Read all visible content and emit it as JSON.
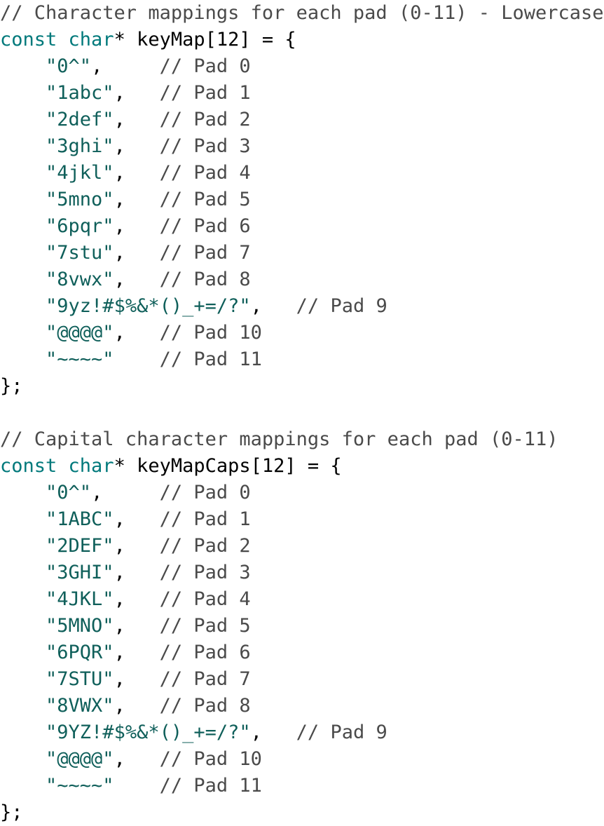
{
  "colors": {
    "comment": "#4a4a4a",
    "keyword": "#00797b",
    "string": "#0f5f5a",
    "plain": "#000000"
  },
  "code_lines": [
    [
      {
        "t": "cm",
        "s": "// Character mappings for each pad (0-11) - Lowercase"
      }
    ],
    [
      {
        "t": "kw",
        "s": "const"
      },
      {
        "t": "pl",
        "s": " "
      },
      {
        "t": "kw",
        "s": "char"
      },
      {
        "t": "pl",
        "s": "* keyMap[12] = {"
      }
    ],
    [
      {
        "t": "pl",
        "s": "    "
      },
      {
        "t": "str",
        "s": "\"0^\""
      },
      {
        "t": "pl",
        "s": ",     "
      },
      {
        "t": "cm",
        "s": "// Pad 0"
      }
    ],
    [
      {
        "t": "pl",
        "s": "    "
      },
      {
        "t": "str",
        "s": "\"1abc\""
      },
      {
        "t": "pl",
        "s": ",   "
      },
      {
        "t": "cm",
        "s": "// Pad 1"
      }
    ],
    [
      {
        "t": "pl",
        "s": "    "
      },
      {
        "t": "str",
        "s": "\"2def\""
      },
      {
        "t": "pl",
        "s": ",   "
      },
      {
        "t": "cm",
        "s": "// Pad 2"
      }
    ],
    [
      {
        "t": "pl",
        "s": "    "
      },
      {
        "t": "str",
        "s": "\"3ghi\""
      },
      {
        "t": "pl",
        "s": ",   "
      },
      {
        "t": "cm",
        "s": "// Pad 3"
      }
    ],
    [
      {
        "t": "pl",
        "s": "    "
      },
      {
        "t": "str",
        "s": "\"4jkl\""
      },
      {
        "t": "pl",
        "s": ",   "
      },
      {
        "t": "cm",
        "s": "// Pad 4"
      }
    ],
    [
      {
        "t": "pl",
        "s": "    "
      },
      {
        "t": "str",
        "s": "\"5mno\""
      },
      {
        "t": "pl",
        "s": ",   "
      },
      {
        "t": "cm",
        "s": "// Pad 5"
      }
    ],
    [
      {
        "t": "pl",
        "s": "    "
      },
      {
        "t": "str",
        "s": "\"6pqr\""
      },
      {
        "t": "pl",
        "s": ",   "
      },
      {
        "t": "cm",
        "s": "// Pad 6"
      }
    ],
    [
      {
        "t": "pl",
        "s": "    "
      },
      {
        "t": "str",
        "s": "\"7stu\""
      },
      {
        "t": "pl",
        "s": ",   "
      },
      {
        "t": "cm",
        "s": "// Pad 7"
      }
    ],
    [
      {
        "t": "pl",
        "s": "    "
      },
      {
        "t": "str",
        "s": "\"8vwx\""
      },
      {
        "t": "pl",
        "s": ",   "
      },
      {
        "t": "cm",
        "s": "// Pad 8"
      }
    ],
    [
      {
        "t": "pl",
        "s": "    "
      },
      {
        "t": "str",
        "s": "\"9yz!#$%&*()_+=/?\""
      },
      {
        "t": "pl",
        "s": ",   "
      },
      {
        "t": "cm",
        "s": "// Pad 9"
      }
    ],
    [
      {
        "t": "pl",
        "s": "    "
      },
      {
        "t": "str",
        "s": "\"@@@@\""
      },
      {
        "t": "pl",
        "s": ",   "
      },
      {
        "t": "cm",
        "s": "// Pad 10"
      }
    ],
    [
      {
        "t": "pl",
        "s": "    "
      },
      {
        "t": "str",
        "s": "\"~~~~\""
      },
      {
        "t": "pl",
        "s": "    "
      },
      {
        "t": "cm",
        "s": "// Pad 11"
      }
    ],
    [
      {
        "t": "pl",
        "s": "};"
      }
    ],
    [
      {
        "t": "pl",
        "s": ""
      }
    ],
    [
      {
        "t": "cm",
        "s": "// Capital character mappings for each pad (0-11)"
      }
    ],
    [
      {
        "t": "kw",
        "s": "const"
      },
      {
        "t": "pl",
        "s": " "
      },
      {
        "t": "kw",
        "s": "char"
      },
      {
        "t": "pl",
        "s": "* keyMapCaps[12] = {"
      }
    ],
    [
      {
        "t": "pl",
        "s": "    "
      },
      {
        "t": "str",
        "s": "\"0^\""
      },
      {
        "t": "pl",
        "s": ",     "
      },
      {
        "t": "cm",
        "s": "// Pad 0"
      }
    ],
    [
      {
        "t": "pl",
        "s": "    "
      },
      {
        "t": "str",
        "s": "\"1ABC\""
      },
      {
        "t": "pl",
        "s": ",   "
      },
      {
        "t": "cm",
        "s": "// Pad 1"
      }
    ],
    [
      {
        "t": "pl",
        "s": "    "
      },
      {
        "t": "str",
        "s": "\"2DEF\""
      },
      {
        "t": "pl",
        "s": ",   "
      },
      {
        "t": "cm",
        "s": "// Pad 2"
      }
    ],
    [
      {
        "t": "pl",
        "s": "    "
      },
      {
        "t": "str",
        "s": "\"3GHI\""
      },
      {
        "t": "pl",
        "s": ",   "
      },
      {
        "t": "cm",
        "s": "// Pad 3"
      }
    ],
    [
      {
        "t": "pl",
        "s": "    "
      },
      {
        "t": "str",
        "s": "\"4JKL\""
      },
      {
        "t": "pl",
        "s": ",   "
      },
      {
        "t": "cm",
        "s": "// Pad 4"
      }
    ],
    [
      {
        "t": "pl",
        "s": "    "
      },
      {
        "t": "str",
        "s": "\"5MNO\""
      },
      {
        "t": "pl",
        "s": ",   "
      },
      {
        "t": "cm",
        "s": "// Pad 5"
      }
    ],
    [
      {
        "t": "pl",
        "s": "    "
      },
      {
        "t": "str",
        "s": "\"6PQR\""
      },
      {
        "t": "pl",
        "s": ",   "
      },
      {
        "t": "cm",
        "s": "// Pad 6"
      }
    ],
    [
      {
        "t": "pl",
        "s": "    "
      },
      {
        "t": "str",
        "s": "\"7STU\""
      },
      {
        "t": "pl",
        "s": ",   "
      },
      {
        "t": "cm",
        "s": "// Pad 7"
      }
    ],
    [
      {
        "t": "pl",
        "s": "    "
      },
      {
        "t": "str",
        "s": "\"8VWX\""
      },
      {
        "t": "pl",
        "s": ",   "
      },
      {
        "t": "cm",
        "s": "// Pad 8"
      }
    ],
    [
      {
        "t": "pl",
        "s": "    "
      },
      {
        "t": "str",
        "s": "\"9YZ!#$%&*()_+=/?\""
      },
      {
        "t": "pl",
        "s": ",   "
      },
      {
        "t": "cm",
        "s": "// Pad 9"
      }
    ],
    [
      {
        "t": "pl",
        "s": "    "
      },
      {
        "t": "str",
        "s": "\"@@@@\""
      },
      {
        "t": "pl",
        "s": ",   "
      },
      {
        "t": "cm",
        "s": "// Pad 10"
      }
    ],
    [
      {
        "t": "pl",
        "s": "    "
      },
      {
        "t": "str",
        "s": "\"~~~~\""
      },
      {
        "t": "pl",
        "s": "    "
      },
      {
        "t": "cm",
        "s": "// Pad 11"
      }
    ],
    [
      {
        "t": "pl",
        "s": "};"
      }
    ]
  ]
}
